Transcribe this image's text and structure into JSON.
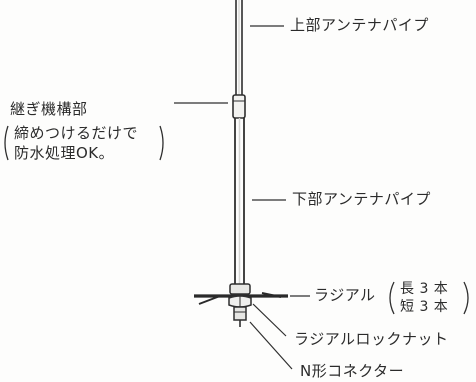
{
  "diagram": {
    "labels": {
      "upper_pipe": "上部アンテナパイプ",
      "joint_title": "継ぎ機構部",
      "joint_note_1": "締めつけるだけで",
      "joint_note_2": "防水処理OK。",
      "lower_pipe": "下部アンテナパイプ",
      "radial": "ラジアル",
      "radial_long": "長 3 本",
      "radial_short": "短 3 本",
      "lock_nut": "ラジアルロックナット",
      "connector": "N形コネクター"
    },
    "colors": {
      "line": "#2f2f2f",
      "pipe_fill": "#f4f4f2",
      "background": "#fdfdfc"
    }
  }
}
